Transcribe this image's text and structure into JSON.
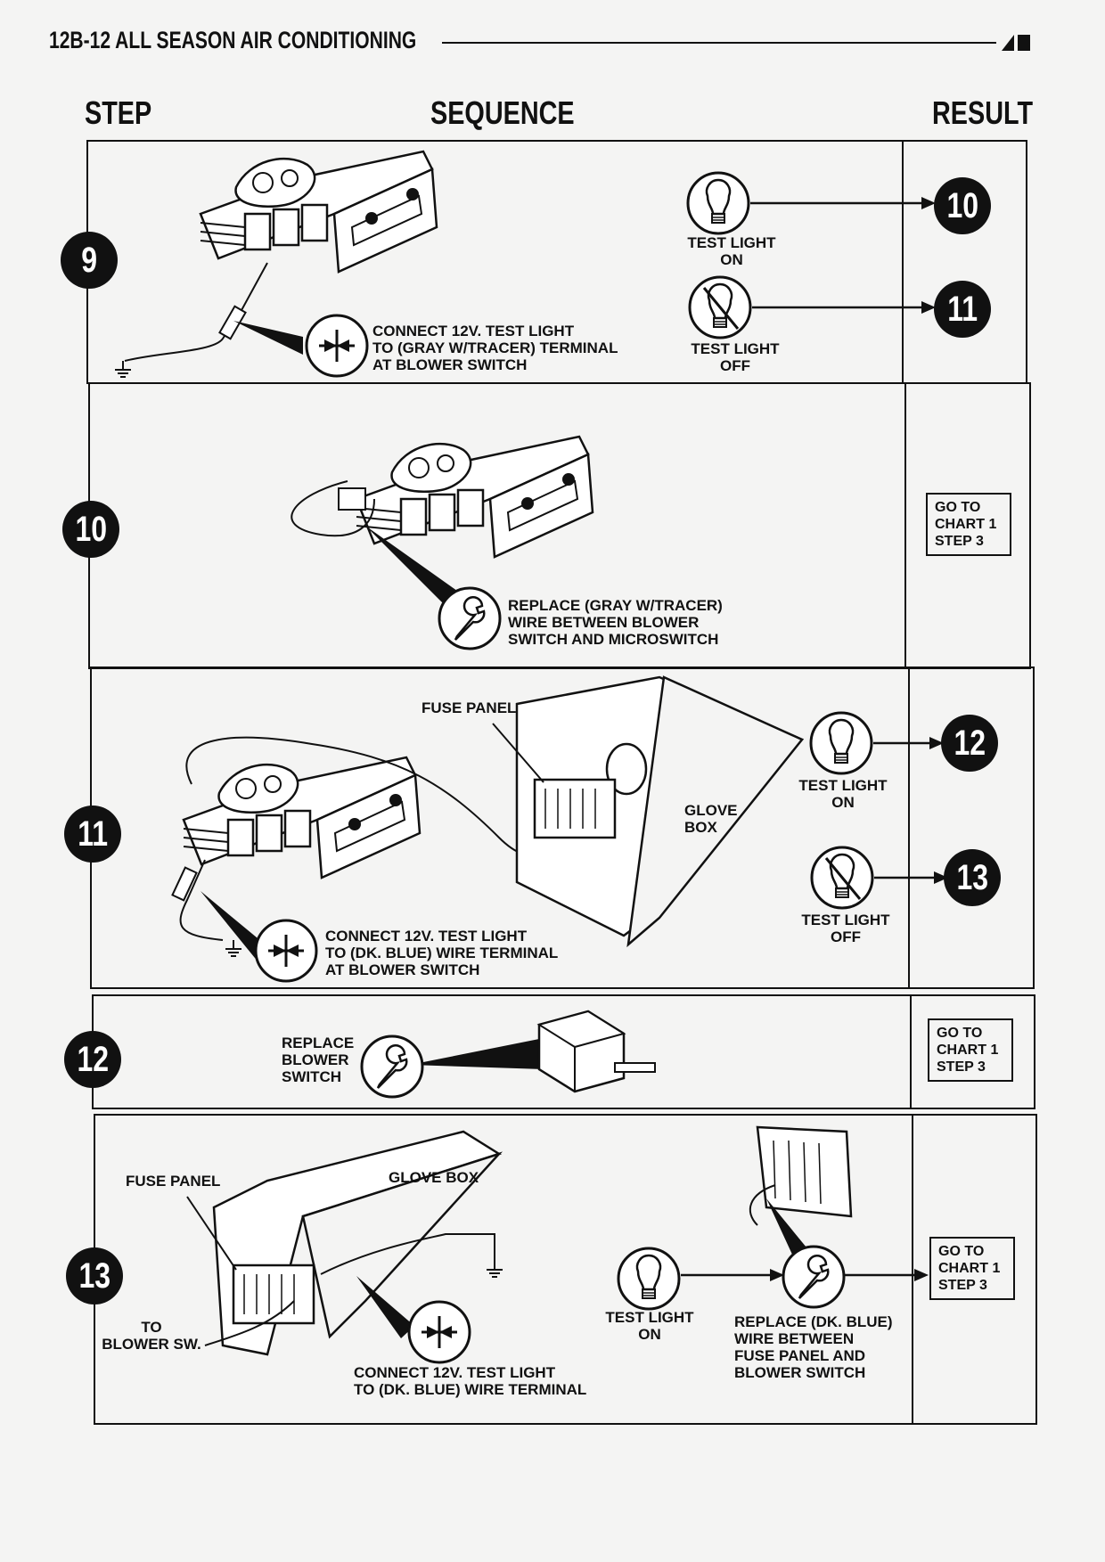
{
  "header": {
    "section_title": "12B-12 ALL SEASON AIR CONDITIONING"
  },
  "columns": {
    "step": "STEP",
    "sequence": "SEQUENCE",
    "result": "RESULT"
  },
  "steps": [
    {
      "number": "9",
      "instruction": "CONNECT 12V. TEST LIGHT\nTO (GRAY W/TRACER) TERMINAL\nAT BLOWER SWITCH",
      "light_on": "TEST LIGHT\nON",
      "light_off": "TEST LIGHT\nOFF",
      "result_on": "10",
      "result_off": "11"
    },
    {
      "number": "10",
      "instruction": "REPLACE (GRAY W/TRACER)\nWIRE BETWEEN BLOWER\nSWITCH AND MICROSWITCH",
      "goto": [
        "GO TO",
        "CHART 1",
        "STEP 3"
      ]
    },
    {
      "number": "11",
      "fuse_panel": "FUSE PANEL",
      "glove_box": "GLOVE\nBOX",
      "instruction": "CONNECT 12V. TEST LIGHT\nTO (DK. BLUE) WIRE TERMINAL\nAT BLOWER SWITCH",
      "light_on": "TEST LIGHT\nON",
      "light_off": "TEST LIGHT\nOFF",
      "result_on": "12",
      "result_off": "13"
    },
    {
      "number": "12",
      "instruction": "REPLACE\nBLOWER\nSWITCH",
      "goto": [
        "GO TO",
        "CHART 1",
        "STEP 3"
      ]
    },
    {
      "number": "13",
      "fuse_panel": "FUSE PANEL",
      "glove_box": "GLOVE BOX",
      "to_blower": "TO\nBLOWER SW.",
      "instruction": "CONNECT 12V. TEST LIGHT\nTO (DK. BLUE) WIRE TERMINAL",
      "light_on": "TEST LIGHT\nON",
      "replace": "REPLACE (DK. BLUE)\nWIRE BETWEEN\nFUSE PANEL AND\nBLOWER SWITCH",
      "goto": [
        "GO TO",
        "CHART 1",
        "STEP 3"
      ]
    }
  ]
}
